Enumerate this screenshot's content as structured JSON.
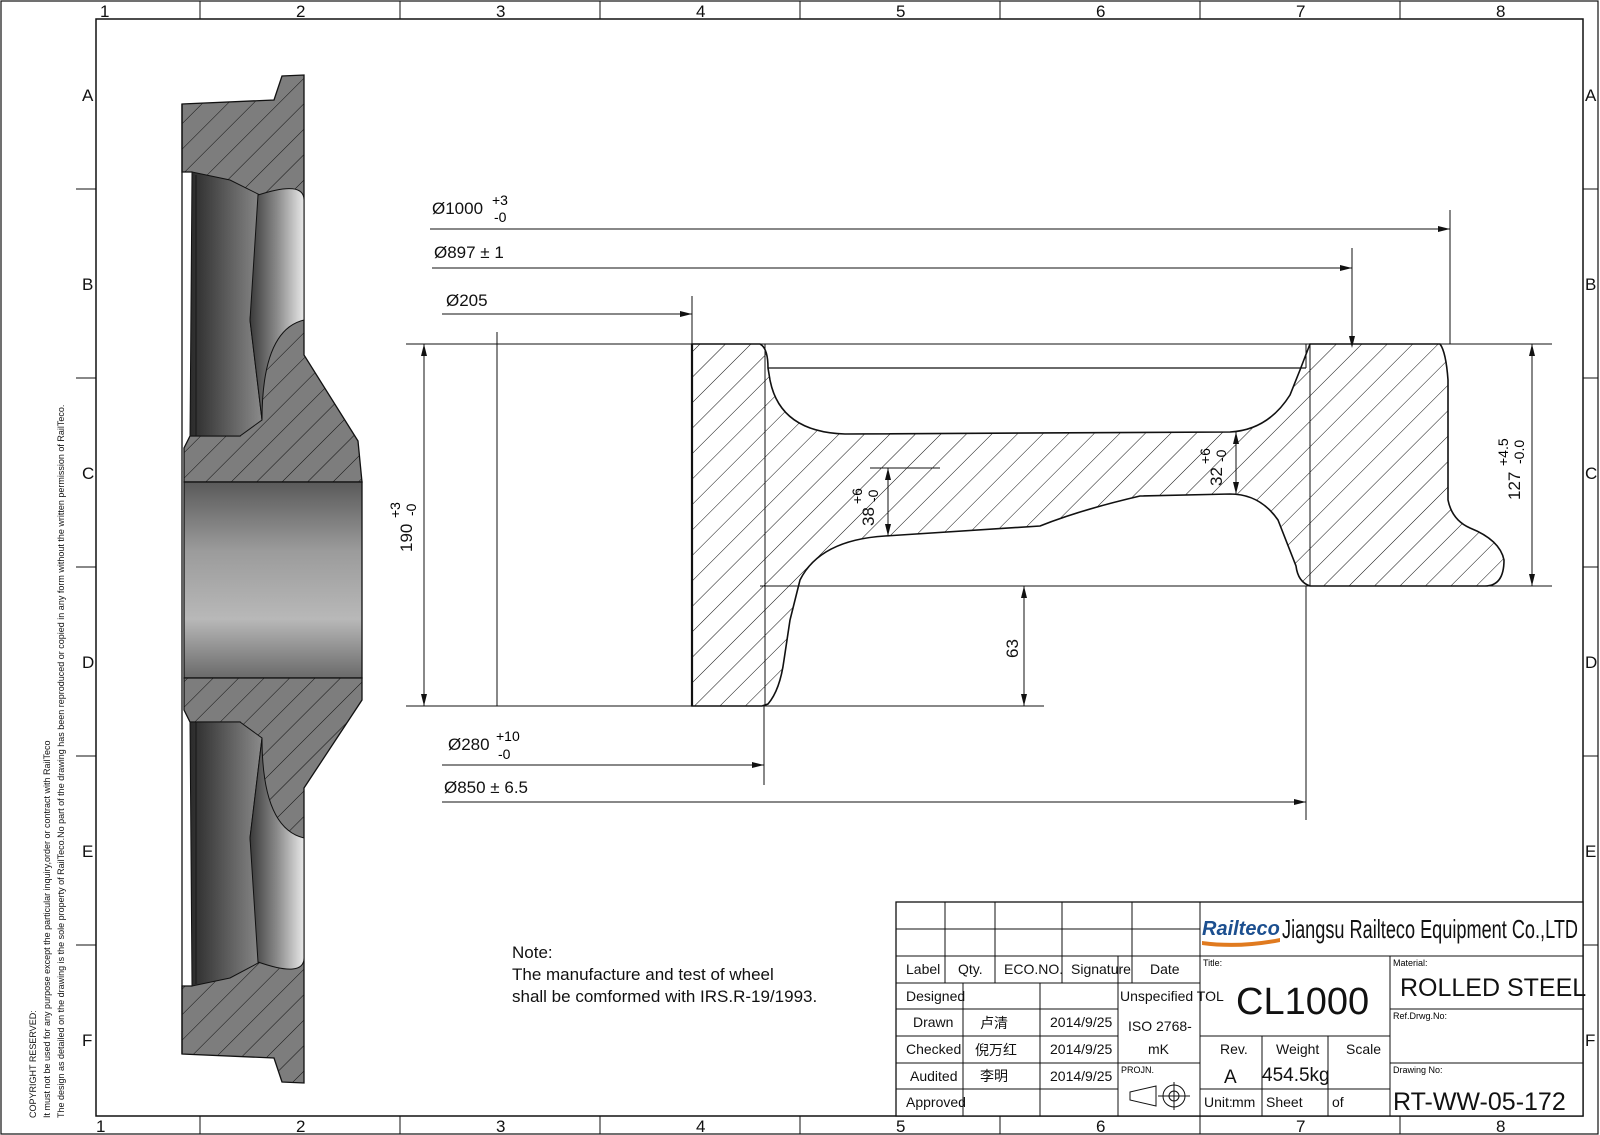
{
  "frame": {
    "columns": [
      "1",
      "2",
      "3",
      "4",
      "5",
      "6",
      "7",
      "8"
    ],
    "rows": [
      "A",
      "B",
      "C",
      "D",
      "E",
      "F"
    ]
  },
  "dimensions": {
    "d1000": {
      "value": "Ø1000",
      "tol_upper": "+3",
      "tol_lower": "-0"
    },
    "d897": {
      "value": "Ø897 ± 1"
    },
    "d205": {
      "value": "Ø205"
    },
    "d280": {
      "value": "Ø280",
      "tol_upper": "+10",
      "tol_lower": "-0"
    },
    "d850": {
      "value": "Ø850 ± 6.5"
    },
    "h190": {
      "value": "190",
      "tol_upper": "+3",
      "tol_lower": "-0"
    },
    "h127": {
      "value": "127",
      "tol_upper": "+4.5",
      "tol_lower": "-0.0"
    },
    "t38": {
      "value": "38",
      "tol_upper": "+6",
      "tol_lower": "-0"
    },
    "t32": {
      "value": "32",
      "tol_upper": "+6",
      "tol_lower": "-0"
    },
    "d63": {
      "value": "63"
    }
  },
  "note": {
    "title": "Note:",
    "line1": "The manufacture and test of wheel",
    "line2": "shall be comformed with IRS.R-19/1993."
  },
  "copyright": {
    "line1": "COPYRIGHT RESERVED:",
    "line2": "It must not be used for any purpose except the particular inquiry,order or contract with RailTeco",
    "line3": "The design as detailed on the drawing is the sole property of RailTeco.No part of the drawing has been reproduced or copied in any form without the written permission of RailTeco."
  },
  "title_block": {
    "logo": "Railteco",
    "company": "Jiangsu Railteco Equipment Co.,LTD",
    "headers": {
      "label": "Label",
      "qty": "Qty.",
      "eco": "ECO.NO.",
      "signature": "Signature",
      "date": "Date"
    },
    "rows": [
      {
        "role": "Designed",
        "name": "",
        "date": ""
      },
      {
        "role": "Drawn",
        "name": "卢清",
        "date": "2014/9/25"
      },
      {
        "role": "Checked",
        "name": "倪万红",
        "date": "2014/9/25"
      },
      {
        "role": "Audited",
        "name": "李明",
        "date": "2014/9/25"
      },
      {
        "role": "Approved",
        "name": "",
        "date": ""
      }
    ],
    "unspecified_tol_label": "Unspecified TOL",
    "tol_standard_line1": "ISO 2768-",
    "tol_standard_line2": "mK",
    "proj_label": "PROJN.",
    "title_label": "Title:",
    "title": "CL1000",
    "material_label": "Material:",
    "material": "ROLLED STEEL",
    "ref_label": "Ref.Drwg.No:",
    "ref": "",
    "rev_label": "Rev.",
    "rev": "A",
    "weight_label": "Weight",
    "weight": "454.5kg",
    "scale_label": "Scale",
    "scale": "",
    "unit_label": "Unit:",
    "unit": "mm",
    "sheet_label": "Sheet",
    "of_label": "of",
    "drawing_no_label": "Drawing No:",
    "drawing_no": "RT-WW-05-172"
  },
  "colors": {
    "line": "#111111",
    "section_fill": "#7d7d7d",
    "logo_blue": "#1c4f8f",
    "logo_orange": "#e07a1f"
  }
}
